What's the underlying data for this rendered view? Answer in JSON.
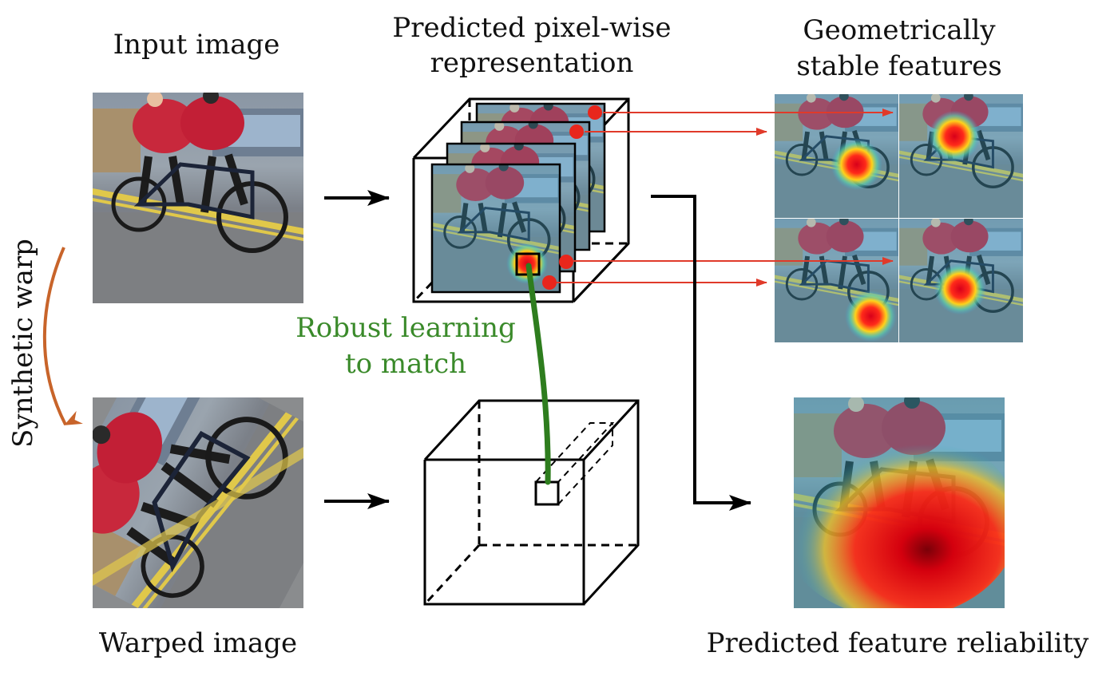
{
  "labels": {
    "input_image": "Input image",
    "warped_image": "Warped image",
    "synthetic_warp": "Synthetic warp",
    "pixelwise_line1": "Predicted pixel-wise",
    "pixelwise_line2": "representation",
    "stable_line1": "Geometrically",
    "stable_line2": "stable features",
    "robust_line1": "Robust learning",
    "robust_line2": "to match",
    "reliability": "Predicted feature reliability"
  },
  "colors": {
    "warp_arrow": "#c8642a",
    "robust_text": "#3a8a2a",
    "match_line": "#2e7d1e",
    "feature_arrows": "#e03a2a",
    "feature_dot": "#e8261c"
  }
}
